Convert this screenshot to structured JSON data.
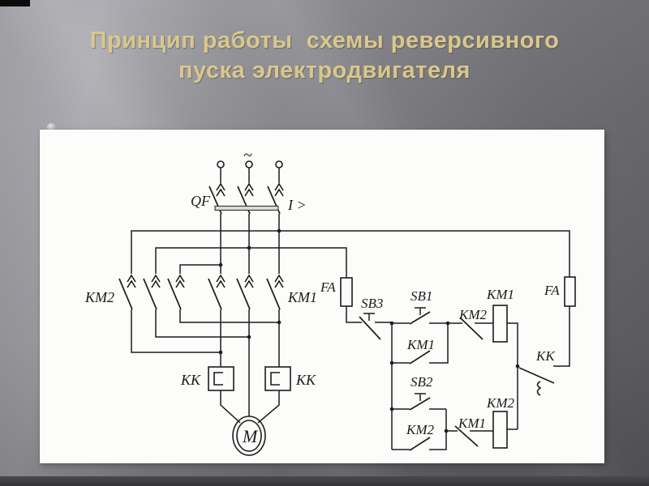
{
  "slide": {
    "title_line1": "Принцип работы  схемы реверсивного",
    "title_line2": "пуска электродвигателя",
    "title_color": "#d9c78c"
  },
  "diagram": {
    "description": "Reversing motor starter schematic (scanned)",
    "supply_symbol": "~",
    "labels": {
      "qf": "QF",
      "overcurrent": "I >",
      "km2_main": "KM2",
      "km1_main": "KM1",
      "kk_left": "KK",
      "kk_right": "KK",
      "motor": "M",
      "fa_left": "FA",
      "fa_right": "FA",
      "sb3": "SB3",
      "sb1": "SB1",
      "sb2": "SB2",
      "km1_aux": "KM1",
      "km2_interlock": "KM2",
      "km1_coil": "KM1",
      "km2_aux": "KM2",
      "km1_interlock": "KM1",
      "km2_coil": "KM2",
      "kk_contact": "KK"
    },
    "colors": {
      "line": "#1c1c1c",
      "paper": "#fcfcfa"
    }
  }
}
